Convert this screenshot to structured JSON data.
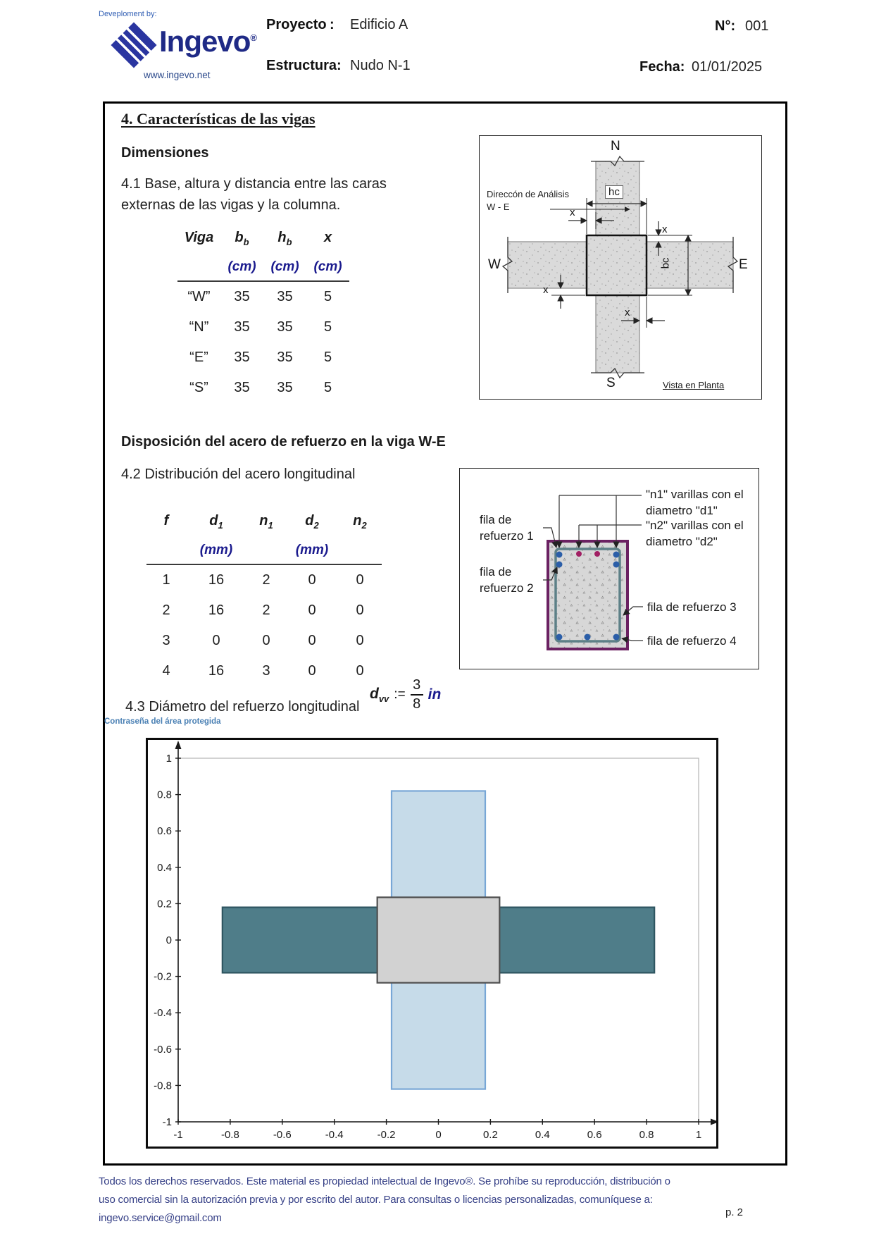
{
  "header": {
    "dev_by": "Deveploment by:",
    "brand": "Ingevo",
    "brand_reg": "®",
    "website": "www.ingevo.net",
    "proyecto_label": "Proyecto",
    "proyecto_colon": ":",
    "proyecto_value": "Edificio A",
    "estructura_label": "Estructura:",
    "estructura_value": "Nudo N-1",
    "numero_label": "N°:",
    "numero_value": "001",
    "fecha_label": "Fecha:",
    "fecha_value": "01/01/2025"
  },
  "section": {
    "title": "4. Características de las vigas",
    "dimensiones_heading": "Dimensiones",
    "p41": "4.1 Base, altura y distancia entre las caras externas de las vigas y la columna.",
    "rebar_heading": "Disposición del acero de refuerzo en la viga W-E",
    "p42": "4.2 Distribución del acero longitudinal",
    "p43": "4.3 Diámetro del refuerzo longitudinal"
  },
  "dim_table": {
    "headers": [
      {
        "main": "Viga",
        "sub": ""
      },
      {
        "main": "b",
        "sub": "b"
      },
      {
        "main": "h",
        "sub": "b"
      },
      {
        "main": "x",
        "sub": ""
      }
    ],
    "units": [
      "",
      "(cm)",
      "(cm)",
      "(cm)"
    ],
    "rows": [
      [
        "“W”",
        "35",
        "35",
        "5"
      ],
      [
        "“N”",
        "35",
        "35",
        "5"
      ],
      [
        "“E”",
        "35",
        "35",
        "5"
      ],
      [
        "“S”",
        "35",
        "35",
        "5"
      ]
    ]
  },
  "steel_table": {
    "headers": [
      {
        "main": "f",
        "sub": ""
      },
      {
        "main": "d",
        "sub": "1"
      },
      {
        "main": "n",
        "sub": "1"
      },
      {
        "main": "d",
        "sub": "2"
      },
      {
        "main": "n",
        "sub": "2"
      }
    ],
    "units": [
      "",
      "(mm)",
      "",
      "(mm)",
      ""
    ],
    "rows": [
      [
        "1",
        "16",
        "2",
        "0",
        "0"
      ],
      [
        "2",
        "16",
        "2",
        "0",
        "0"
      ],
      [
        "3",
        "0",
        "0",
        "0",
        "0"
      ],
      [
        "4",
        "16",
        "3",
        "0",
        "0"
      ]
    ]
  },
  "formula": {
    "var": "d",
    "sub": "vv",
    "assign": ":=",
    "num": "3",
    "den": "8",
    "unit": "in"
  },
  "protected_note": "Contraseña del área protegida",
  "plan_diagram": {
    "n": "N",
    "w": "W",
    "e": "E",
    "s": "S",
    "hc": "hc",
    "bc": "bc",
    "x": "x",
    "direction_line1": "Direccón de Análisis",
    "direction_line2": "W - E",
    "caption": "Vista en Planta"
  },
  "section_diagram": {
    "fila1": "fila de refuerzo 1",
    "fila2": "fila de refuerzo 2",
    "fila3": "fila de refuerzo 3",
    "fila4": "fila de refuerzo 4",
    "n1_label": "\"n1\" varillas con el diametro \"d1\"",
    "n2_label": "\"n2\" varillas con el diametro \"d2\""
  },
  "chart_data": {
    "type": "plan-plot",
    "title": "",
    "xlabel": "",
    "ylabel": "",
    "xlim": [
      -1,
      1
    ],
    "ylim": [
      -1,
      1
    ],
    "grid": false,
    "x_ticks": [
      -1,
      -0.8,
      -0.6,
      -0.4,
      -0.2,
      0,
      0.2,
      0.4,
      0.6,
      0.8,
      1
    ],
    "y_ticks": [
      -1,
      -0.8,
      -0.6,
      -0.4,
      -0.2,
      0,
      0.2,
      0.4,
      0.6,
      0.8,
      1
    ],
    "tick_labels_x": [
      "-1",
      "-0.8",
      "-0.6",
      "-0.4",
      "-0.2",
      "0",
      "0.2",
      "0.4",
      "0.6",
      "0.8",
      "1"
    ],
    "tick_labels_y": [
      "-1",
      "-0.8",
      "-0.6",
      "-0.4",
      "-0.2",
      "0",
      "0.2",
      "0.4",
      "0.6",
      "0.8",
      "1"
    ],
    "axis_color": "#1a1a1a",
    "frame_color": "#b5b5b5",
    "shapes": [
      {
        "name": "beam-we",
        "x": -0.83,
        "y": -0.18,
        "w": 1.66,
        "h": 0.36,
        "fill": "#4f7d89",
        "stroke": "#2e5560"
      },
      {
        "name": "beam-ns",
        "x": -0.18,
        "y": -0.82,
        "w": 0.36,
        "h": 1.64,
        "fill": "#c6dbe9",
        "stroke": "#78a7d6"
      },
      {
        "name": "column",
        "x": -0.235,
        "y": -0.235,
        "w": 0.47,
        "h": 0.47,
        "fill": "#d2d2d2",
        "stroke": "#4f4f4f"
      }
    ]
  },
  "footer": {
    "lines": [
      "Todos los derechos reservados. Este material es propiedad intelectual de Ingevo®. Se prohíbe su reproducción, distribución o",
      "uso comercial sin la autorización previa y por escrito del autor. Para consultas o licencias personalizadas, comuníquese a:",
      "ingevo.service@gmail.com"
    ],
    "page": "p. 2"
  }
}
